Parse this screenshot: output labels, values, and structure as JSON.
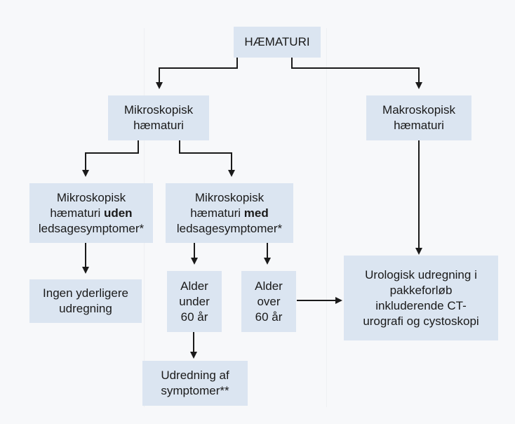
{
  "nodes": {
    "root": {
      "line1": "HÆMATURI"
    },
    "mikro": {
      "line1": "Mikroskopisk",
      "line2": "hæmaturi"
    },
    "makro": {
      "line1": "Makroskopisk",
      "line2": "hæmaturi"
    },
    "mikro_uden": {
      "line1": "Mikroskopisk",
      "line2_prefix": "hæmaturi ",
      "line2_bold": "uden",
      "line3": "ledsagesymptomer*"
    },
    "mikro_med": {
      "line1": "Mikroskopisk",
      "line2_prefix": "hæmaturi ",
      "line2_bold": "med",
      "line3": "ledsagesymptomer*"
    },
    "ingen": {
      "line1": "Ingen yderligere",
      "line2": "udregning"
    },
    "alder_under": {
      "line1": "Alder",
      "line2": "under",
      "line3": "60 år"
    },
    "alder_over": {
      "line1": "Alder",
      "line2": "over",
      "line3": "60 år"
    },
    "urologisk": {
      "line1": "Urologisk udregning i",
      "line2": "pakkeforløb",
      "line3": "inkluderende CT-",
      "line4": "urografi og cystoskopi"
    },
    "udredning": {
      "line1": "Udredning af",
      "line2": "symptomer**"
    }
  },
  "colors": {
    "box_fill": "#dbe5f1",
    "arrow": "#1a1a1a",
    "text": "#1a1a1a"
  }
}
